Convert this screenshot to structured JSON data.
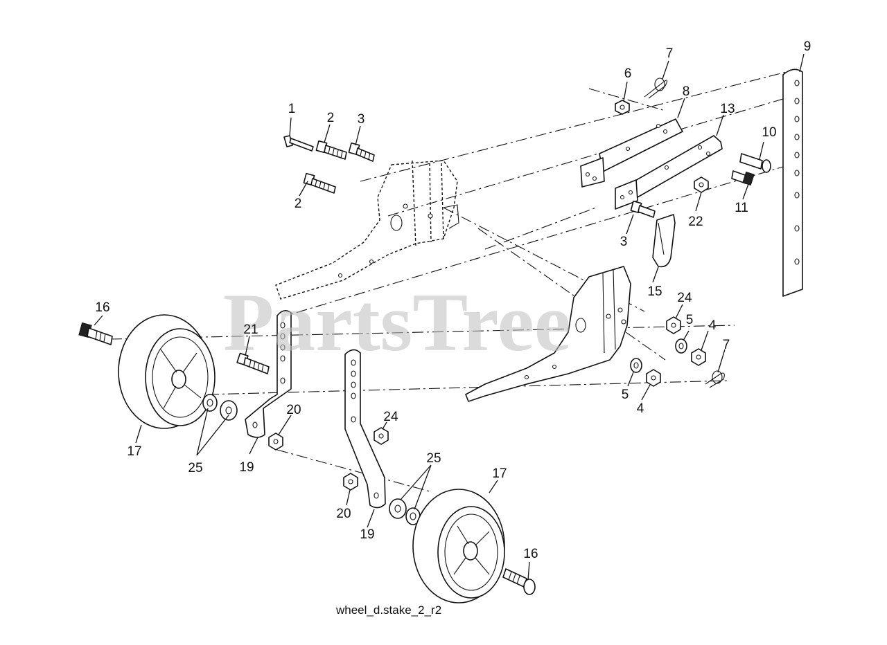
{
  "diagram": {
    "caption": "wheel_d.stake_2_r2",
    "watermark": "PartsTree",
    "callouts": [
      {
        "id": "c1",
        "label": "1"
      },
      {
        "id": "c2a",
        "label": "2"
      },
      {
        "id": "c2b",
        "label": "2"
      },
      {
        "id": "c3a",
        "label": "3"
      },
      {
        "id": "c3b",
        "label": "3"
      },
      {
        "id": "c4a",
        "label": "4"
      },
      {
        "id": "c4b",
        "label": "4"
      },
      {
        "id": "c5a",
        "label": "5"
      },
      {
        "id": "c5b",
        "label": "5"
      },
      {
        "id": "c6",
        "label": "6"
      },
      {
        "id": "c7a",
        "label": "7"
      },
      {
        "id": "c7b",
        "label": "7"
      },
      {
        "id": "c8",
        "label": "8"
      },
      {
        "id": "c9",
        "label": "9"
      },
      {
        "id": "c10",
        "label": "10"
      },
      {
        "id": "c11",
        "label": "11"
      },
      {
        "id": "c13",
        "label": "13"
      },
      {
        "id": "c15",
        "label": "15"
      },
      {
        "id": "c16a",
        "label": "16"
      },
      {
        "id": "c16b",
        "label": "16"
      },
      {
        "id": "c17a",
        "label": "17"
      },
      {
        "id": "c17b",
        "label": "17"
      },
      {
        "id": "c19a",
        "label": "19"
      },
      {
        "id": "c19b",
        "label": "19"
      },
      {
        "id": "c20a",
        "label": "20"
      },
      {
        "id": "c20b",
        "label": "20"
      },
      {
        "id": "c21",
        "label": "21"
      },
      {
        "id": "c22",
        "label": "22"
      },
      {
        "id": "c24a",
        "label": "24"
      },
      {
        "id": "c24b",
        "label": "24"
      },
      {
        "id": "c25a",
        "label": "25"
      },
      {
        "id": "c25b",
        "label": "25"
      }
    ]
  }
}
